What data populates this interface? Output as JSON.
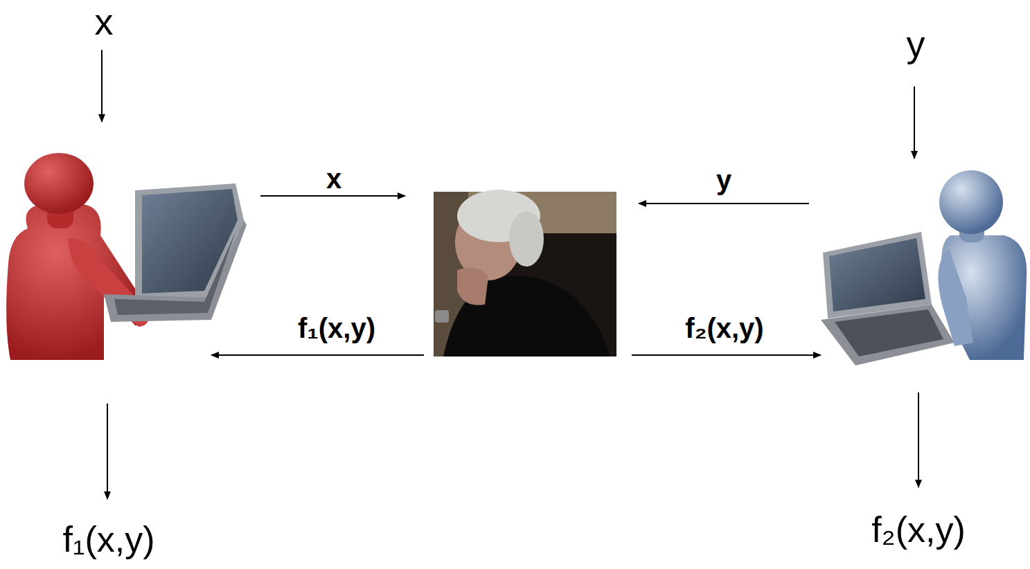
{
  "diagram": {
    "labels": [
      "x",
      "y",
      "x",
      "y",
      "f₁(x,y)",
      "f₂(x,y)",
      "f₁(x,y)",
      "f₂(x,y)"
    ]
  }
}
